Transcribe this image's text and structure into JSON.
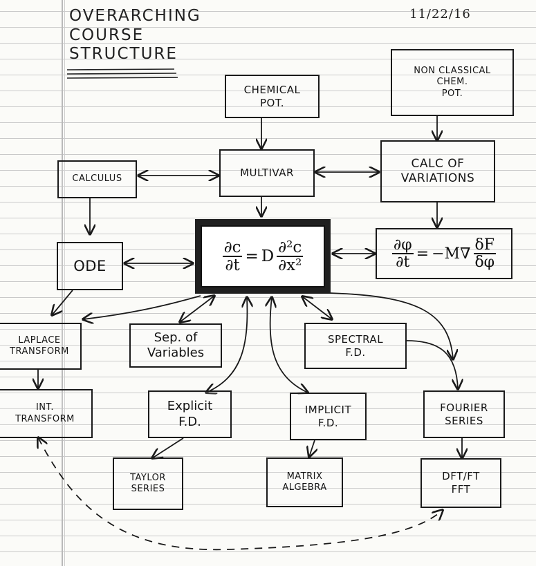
{
  "page": {
    "title_lines": [
      "OVERARCHING",
      "COURSE",
      "STRUCTURE"
    ],
    "date": "11/22/16"
  },
  "nodes": {
    "chemical_pot": "CHEMICAL\nPOT.",
    "nonclassical_chem_pot": "NON CLASSICAL\nCHEM.\nPOT.",
    "calculus": "CALCULUS",
    "multivar": "MULTIVAR",
    "calc_of_variations": "CALC OF\nVARIATIONS",
    "ode": "ODE",
    "laplace_transform": "LAPLACE\nTRANSFORM",
    "sep_of_variables": "Sep. of\nVariables",
    "spectral_fd": "SPECTRAL\nF.D.",
    "int_transform": "INT.\nTRANSFORM",
    "explicit_fd": "Explicit\nF.D.",
    "implicit_fd": "IMPLICIT\nF.D.",
    "fourier_series": "FOURIER\nSERIES",
    "taylor_series": "TAYLOR\nSERIES",
    "matrix_algebra": "MATRIX\nALGEBRA",
    "dft_ft_fft": "DFT/FT\nFFT"
  },
  "equations": {
    "diffusion": {
      "lhs_num": "∂c",
      "lhs_den": "∂t",
      "equals": "=",
      "coef": "D",
      "rhs_num": "∂²c",
      "rhs_den": "∂x²"
    },
    "allen_cahn": {
      "lhs_num": "∂φ",
      "lhs_den": "∂t",
      "equals": "=",
      "rhs_pre": "−M∇",
      "rhs_num": "δF",
      "rhs_den": "δφ"
    }
  },
  "colors": {
    "ink": "#1a1a1a",
    "paper_rule": "#c9c9c9",
    "paper": "#fbfbf8"
  }
}
